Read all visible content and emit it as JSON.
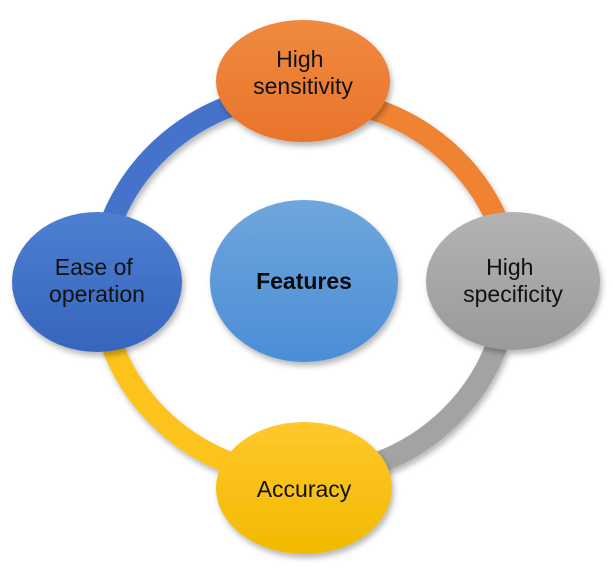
{
  "diagram": {
    "center": {
      "label": "Features",
      "color_top": "#6FA6DC",
      "color_bottom": "#4A8ED6"
    },
    "nodes": [
      {
        "id": "high-sensitivity",
        "lines": [
          "High",
          "sensitivity"
        ],
        "color_top": "#F08A40",
        "color_bottom": "#E8742A",
        "arc_color": "#F08333"
      },
      {
        "id": "high-specificity",
        "lines": [
          "High",
          "specificity"
        ],
        "color_top": "#B3B3B3",
        "color_bottom": "#9A9A9A",
        "arc_color": "#A3A3A3"
      },
      {
        "id": "accuracy",
        "lines": [
          "Accuracy"
        ],
        "color_top": "#FFC72C",
        "color_bottom": "#F2BA00",
        "arc_color": "#FBC31A"
      },
      {
        "id": "ease-of-operation",
        "lines": [
          "Ease of",
          "operation"
        ],
        "color_top": "#4D7FD1",
        "color_bottom": "#3765BE",
        "arc_color": "#4473CC"
      }
    ]
  }
}
